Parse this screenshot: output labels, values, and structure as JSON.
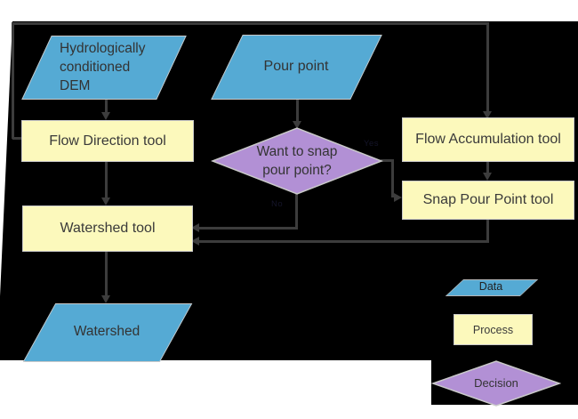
{
  "diagram": {
    "nodes": {
      "dem": {
        "lines": [
          "Hydrologically",
          "conditioned",
          "DEM"
        ]
      },
      "pour_point": {
        "label": "Pour point"
      },
      "flow_direction": {
        "label": "Flow Direction tool"
      },
      "flow_accumulation": {
        "label": "Flow Accumulation tool"
      },
      "snap_decision": {
        "lines": [
          "Want to snap",
          "pour point?"
        ]
      },
      "snap_pour_point": {
        "label": "Snap Pour Point tool"
      },
      "watershed_tool": {
        "label": "Watershed tool"
      },
      "watershed": {
        "label": "Watershed"
      }
    },
    "edge_labels": {
      "yes": "Yes",
      "no": "No"
    },
    "legend": {
      "data": "Data",
      "process": "Process",
      "decision": "Decision"
    },
    "colors": {
      "data_fill": "#55aad4",
      "process_fill": "#fcf9bc",
      "decision_fill": "#b290d5",
      "arrow": "#3c3c3c",
      "background": "#000000",
      "text": "#3a3a3a"
    }
  }
}
